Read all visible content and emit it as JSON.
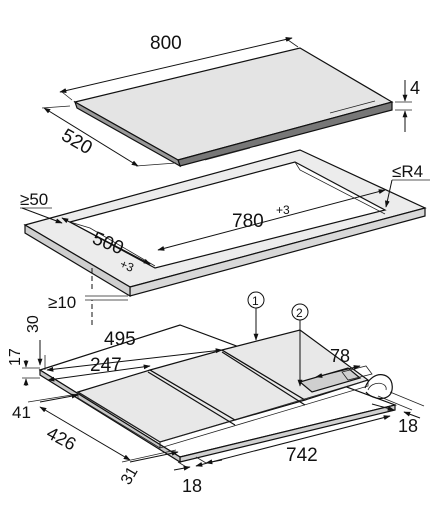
{
  "top_view": {
    "width_label": "800",
    "depth_label": "520",
    "thickness_label": "4"
  },
  "cutout": {
    "corner_radius_label": "≤R4",
    "margin_label": "≥50",
    "width_label": "780",
    "width_tolerance": "+3",
    "depth_label": "500",
    "depth_tolerance": "+3",
    "clearance_label": "≥10"
  },
  "underside": {
    "callout_1": "1",
    "callout_2": "2",
    "label_495": "495",
    "label_247": "247",
    "label_78": "78",
    "label_30": "30",
    "label_17": "17",
    "label_41": "41",
    "label_426": "426",
    "label_31": "31",
    "label_18_bottom": "18",
    "label_742": "742",
    "label_18_right": "18"
  }
}
